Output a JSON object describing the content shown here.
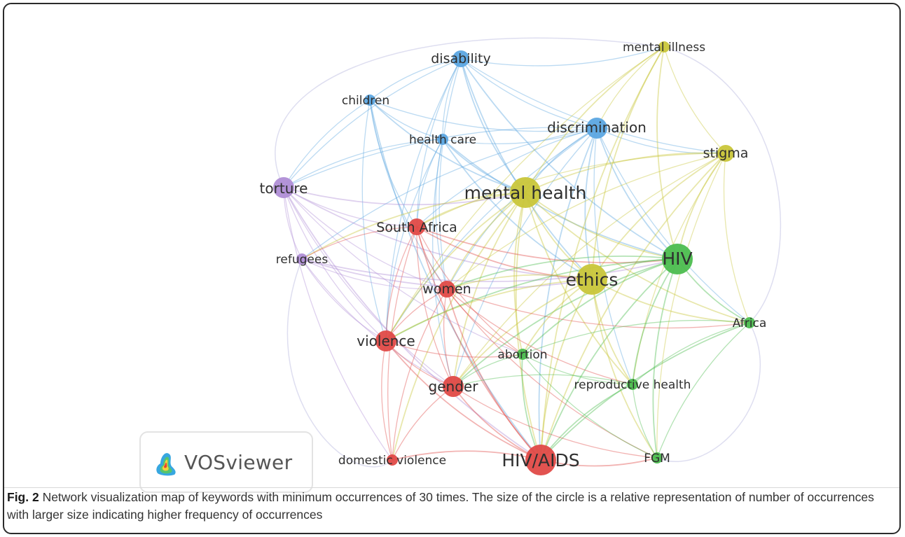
{
  "network": {
    "nodes": [
      {
        "id": "disability",
        "label": "disability",
        "cluster": "blue",
        "weight": 2
      },
      {
        "id": "mental_illness",
        "label": "mental illness",
        "cluster": "yellow",
        "weight": 1
      },
      {
        "id": "children",
        "label": "children",
        "cluster": "blue",
        "weight": 1
      },
      {
        "id": "discrimination",
        "label": "discrimination",
        "cluster": "blue",
        "weight": 3
      },
      {
        "id": "health_care",
        "label": "health care",
        "cluster": "blue",
        "weight": 1
      },
      {
        "id": "stigma",
        "label": "stigma",
        "cluster": "yellow",
        "weight": 2
      },
      {
        "id": "torture",
        "label": "torture",
        "cluster": "purple",
        "weight": 3
      },
      {
        "id": "mental_health",
        "label": "mental health",
        "cluster": "yellow",
        "weight": 5
      },
      {
        "id": "south_africa",
        "label": "South Africa",
        "cluster": "red",
        "weight": 2
      },
      {
        "id": "refugees",
        "label": "refugees",
        "cluster": "purple",
        "weight": 1
      },
      {
        "id": "hiv",
        "label": "HIV",
        "cluster": "green",
        "weight": 5
      },
      {
        "id": "ethics",
        "label": "ethics",
        "cluster": "yellow",
        "weight": 5
      },
      {
        "id": "women",
        "label": "women",
        "cluster": "red",
        "weight": 2
      },
      {
        "id": "africa",
        "label": "Africa",
        "cluster": "green",
        "weight": 1
      },
      {
        "id": "violence",
        "label": "violence",
        "cluster": "red",
        "weight": 3
      },
      {
        "id": "abortion",
        "label": "abortion",
        "cluster": "green",
        "weight": 1
      },
      {
        "id": "reproductive_health",
        "label": "reproductive health",
        "cluster": "green",
        "weight": 1
      },
      {
        "id": "gender",
        "label": "gender",
        "cluster": "red",
        "weight": 3
      },
      {
        "id": "hiv_aids",
        "label": "HIV/AIDS",
        "cluster": "red",
        "weight": 5
      },
      {
        "id": "domestic_violence",
        "label": "domestic violence",
        "cluster": "red",
        "weight": 1
      },
      {
        "id": "fgm",
        "label": "FGM",
        "cluster": "green",
        "weight": 1
      }
    ],
    "cluster_colors": {
      "red": "#e04a47",
      "green": "#4cbd4f",
      "blue": "#5ca6e1",
      "yellow": "#c9c63a",
      "purple": "#b08ed6"
    },
    "edges": [
      [
        "disability",
        "children"
      ],
      [
        "disability",
        "health_care"
      ],
      [
        "disability",
        "discrimination"
      ],
      [
        "disability",
        "mental_health"
      ],
      [
        "disability",
        "stigma"
      ],
      [
        "disability",
        "south_africa"
      ],
      [
        "disability",
        "ethics"
      ],
      [
        "disability",
        "hiv"
      ],
      [
        "disability",
        "women"
      ],
      [
        "disability",
        "violence"
      ],
      [
        "disability",
        "mental_illness"
      ],
      [
        "disability",
        "torture"
      ],
      [
        "children",
        "health_care"
      ],
      [
        "children",
        "discrimination"
      ],
      [
        "children",
        "violence"
      ],
      [
        "children",
        "south_africa"
      ],
      [
        "children",
        "women"
      ],
      [
        "children",
        "torture"
      ],
      [
        "children",
        "mental_health"
      ],
      [
        "children",
        "hiv_aids"
      ],
      [
        "health_care",
        "discrimination"
      ],
      [
        "health_care",
        "mental_health"
      ],
      [
        "health_care",
        "ethics"
      ],
      [
        "health_care",
        "hiv"
      ],
      [
        "health_care",
        "women"
      ],
      [
        "health_care",
        "violence"
      ],
      [
        "health_care",
        "south_africa"
      ],
      [
        "health_care",
        "torture"
      ],
      [
        "health_care",
        "gender"
      ],
      [
        "discrimination",
        "stigma"
      ],
      [
        "discrimination",
        "hiv"
      ],
      [
        "discrimination",
        "mental_health"
      ],
      [
        "discrimination",
        "ethics"
      ],
      [
        "discrimination",
        "africa"
      ],
      [
        "discrimination",
        "women"
      ],
      [
        "discrimination",
        "gender"
      ],
      [
        "discrimination",
        "hiv_aids"
      ],
      [
        "discrimination",
        "reproductive_health"
      ],
      [
        "discrimination",
        "south_africa"
      ],
      [
        "discrimination",
        "violence"
      ],
      [
        "discrimination",
        "torture"
      ],
      [
        "discrimination",
        "refugees"
      ],
      [
        "mental_illness",
        "stigma"
      ],
      [
        "mental_illness",
        "mental_health"
      ],
      [
        "mental_illness",
        "ethics"
      ],
      [
        "mental_illness",
        "hiv"
      ],
      [
        "mental_illness",
        "discrimination"
      ],
      [
        "mental_illness",
        "hiv_aids"
      ],
      [
        "mental_illness",
        "violence"
      ],
      [
        "stigma",
        "hiv"
      ],
      [
        "stigma",
        "mental_health"
      ],
      [
        "stigma",
        "ethics"
      ],
      [
        "stigma",
        "hiv_aids"
      ],
      [
        "stigma",
        "africa"
      ],
      [
        "stigma",
        "south_africa"
      ],
      [
        "stigma",
        "women"
      ],
      [
        "stigma",
        "gender"
      ],
      [
        "stigma",
        "fgm"
      ],
      [
        "stigma",
        "reproductive_health"
      ],
      [
        "torture",
        "refugees"
      ],
      [
        "torture",
        "south_africa"
      ],
      [
        "torture",
        "violence"
      ],
      [
        "torture",
        "women"
      ],
      [
        "torture",
        "mental_health"
      ],
      [
        "torture",
        "ethics"
      ],
      [
        "torture",
        "gender"
      ],
      [
        "torture",
        "hiv_aids"
      ],
      [
        "torture",
        "abortion"
      ],
      [
        "torture",
        "domestic_violence"
      ],
      [
        "mental_health",
        "ethics"
      ],
      [
        "mental_health",
        "hiv"
      ],
      [
        "mental_health",
        "south_africa"
      ],
      [
        "mental_health",
        "women"
      ],
      [
        "mental_health",
        "violence"
      ],
      [
        "mental_health",
        "gender"
      ],
      [
        "mental_health",
        "hiv_aids"
      ],
      [
        "mental_health",
        "abortion"
      ],
      [
        "mental_health",
        "refugees"
      ],
      [
        "mental_health",
        "africa"
      ],
      [
        "mental_health",
        "reproductive_health"
      ],
      [
        "mental_health",
        "domestic_violence"
      ],
      [
        "south_africa",
        "women"
      ],
      [
        "south_africa",
        "violence"
      ],
      [
        "south_africa",
        "gender"
      ],
      [
        "south_africa",
        "hiv_aids"
      ],
      [
        "south_africa",
        "hiv"
      ],
      [
        "south_africa",
        "ethics"
      ],
      [
        "south_africa",
        "refugees"
      ],
      [
        "south_africa",
        "abortion"
      ],
      [
        "south_africa",
        "domestic_violence"
      ],
      [
        "refugees",
        "violence"
      ],
      [
        "refugees",
        "women"
      ],
      [
        "refugees",
        "ethics"
      ],
      [
        "refugees",
        "hiv"
      ],
      [
        "refugees",
        "gender"
      ],
      [
        "hiv",
        "ethics"
      ],
      [
        "hiv",
        "africa"
      ],
      [
        "hiv",
        "reproductive_health"
      ],
      [
        "hiv",
        "hiv_aids"
      ],
      [
        "hiv",
        "fgm"
      ],
      [
        "hiv",
        "women"
      ],
      [
        "hiv",
        "gender"
      ],
      [
        "hiv",
        "abortion"
      ],
      [
        "hiv",
        "violence"
      ],
      [
        "ethics",
        "women"
      ],
      [
        "ethics",
        "africa"
      ],
      [
        "ethics",
        "reproductive_health"
      ],
      [
        "ethics",
        "hiv_aids"
      ],
      [
        "ethics",
        "abortion"
      ],
      [
        "ethics",
        "gender"
      ],
      [
        "ethics",
        "violence"
      ],
      [
        "ethics",
        "fgm"
      ],
      [
        "women",
        "violence"
      ],
      [
        "women",
        "gender"
      ],
      [
        "women",
        "hiv_aids"
      ],
      [
        "women",
        "abortion"
      ],
      [
        "women",
        "reproductive_health"
      ],
      [
        "women",
        "domestic_violence"
      ],
      [
        "women",
        "africa"
      ],
      [
        "women",
        "fgm"
      ],
      [
        "africa",
        "reproductive_health"
      ],
      [
        "africa",
        "fgm"
      ],
      [
        "africa",
        "hiv_aids"
      ],
      [
        "africa",
        "abortion"
      ],
      [
        "violence",
        "gender"
      ],
      [
        "violence",
        "hiv_aids"
      ],
      [
        "violence",
        "domestic_violence"
      ],
      [
        "violence",
        "abortion"
      ],
      [
        "abortion",
        "reproductive_health"
      ],
      [
        "abortion",
        "gender"
      ],
      [
        "abortion",
        "hiv_aids"
      ],
      [
        "abortion",
        "fgm"
      ],
      [
        "reproductive_health",
        "hiv_aids"
      ],
      [
        "reproductive_health",
        "fgm"
      ],
      [
        "reproductive_health",
        "gender"
      ],
      [
        "gender",
        "hiv_aids"
      ],
      [
        "gender",
        "domestic_violence"
      ],
      [
        "gender",
        "fgm"
      ],
      [
        "hiv_aids",
        "domestic_violence"
      ],
      [
        "hiv_aids",
        "fgm"
      ]
    ]
  },
  "logo": {
    "text": "VOSviewer"
  },
  "caption": {
    "label": "Fig. 2",
    "text": " Network visualization map of keywords with minimum occurrences of 30 times. The size of the circle is a relative representation of number of occurrences with larger size indicating higher frequency of occurrences"
  }
}
